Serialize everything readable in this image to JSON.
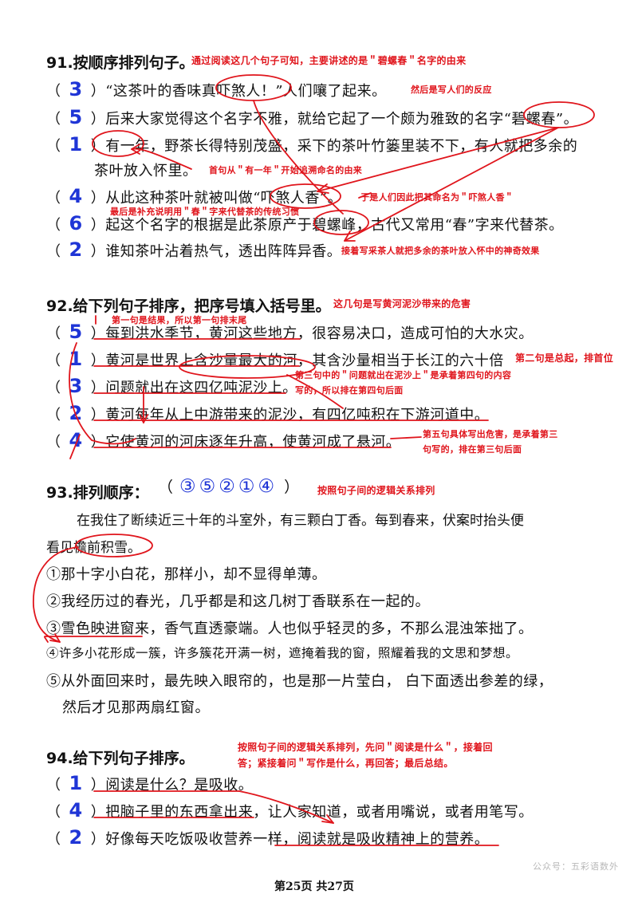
{
  "q91": {
    "title": "91.按顺序排列句子。",
    "note_top": "通过阅读这几个句子可知，主要讲述的是＂碧螺春＂名字的由来",
    "lines": [
      {
        "num": "3",
        "text": "“这茶叶的香味真吓煞人！”人们嚷了起来。",
        "note": "然后是写人们的反应"
      },
      {
        "num": "5",
        "text": "后来大家觉得这个名字不雅，就给它起了一个颇为雅致的名字“碧螺春”。"
      },
      {
        "num": "1",
        "text": "有一年，野茶长得特别茂盛，采下的茶叶竹篓里装不下，有人就把多余的"
      },
      {
        "num": "4",
        "text": "从此这种茶叶就被叫做“吓煞人香”。",
        "note": "于是人们因此把其命名为＂吓煞人香＂"
      },
      {
        "num": "6",
        "text": "起这个名字的根据是此茶原产于碧螺峰，古代又常用“春”字来代替茶。"
      },
      {
        "num": "2",
        "text": "谁知茶叶沾着热气，透出阵阵异香。",
        "note": "接着写采茶人就把多余的茶叶放入怀中的神奇效果"
      }
    ],
    "continuation": "茶叶放入怀里。",
    "note_first": "首句从＂有一年＂开始追溯命名的由来",
    "note_last": "最后是补充说明用＂春＂字来代替茶的传统习惯"
  },
  "q92": {
    "title": "92.给下列句子排序，把序号填入括号里。",
    "note_top": "这几句是写黄河泥沙带来的危害",
    "note_first": "第一句是结果，所以第一句排末尾",
    "lines": [
      {
        "num": "5",
        "text": "每到洪水季节，黄河这些地方，很容易决口，造成可怕的大水灾。"
      },
      {
        "num": "1",
        "text": "黄河是世界上含沙量最大的河，其含沙量相当于长江的六十倍",
        "note": "第二句是总起，排首位"
      },
      {
        "num": "3",
        "text": "问题就出在这四亿吨泥沙上。"
      },
      {
        "num": "2",
        "text": "黄河每年从上中游带来的泥沙，有四亿吨积在下游河道中。"
      },
      {
        "num": "4",
        "text": "它使黄河的河床逐年升高，使黄河成了悬河。"
      }
    ],
    "note_third_1": "第三句中的＂问题就出在泥沙上＂是承着第四句的内容",
    "note_third_2": "写的，所以排在第四句后面",
    "note_fifth_1": "第五句具体写出危害，是承着第三",
    "note_fifth_2": "句写的，排在第三句后面"
  },
  "q93": {
    "title": "93.排列顺序：",
    "answer": "③⑤②①④",
    "note": "按照句子间的逻辑关系排列",
    "intro_1": "在我住了断续近三十年的斗室外，有三颗白丁香。每到春来，伏案时抬头便",
    "intro_2": "看见檐前积雪。",
    "items": [
      "①那十字小白花，那样小，却不显得单薄。",
      "②我经历过的春光，几乎都是和这几树丁香联系在一起的。",
      "③雪色映进窗来，香气直透豪端。人也似乎轻灵的多，不那么混浊笨拙了。",
      "④许多小花形成一簇，许多簇花开满一树，遮掩着我的窗，照耀着我的文思和梦想。",
      "⑤从外面回来时，最先映入眼帘的，也是那一片莹白，  白下面透出参差的绿，",
      "然后才见那两扇红窗。"
    ]
  },
  "q94": {
    "title": "94.给下列句子排序。",
    "note_1": "按照句子间的逻辑关系排列，先问＂阅读是什么＂，接着回",
    "note_2": "答；紧接着问＂写作是什么，再回答；最后总结。",
    "lines": [
      {
        "num": "1",
        "text": "阅读是什么？是吸收。"
      },
      {
        "num": "4",
        "text": "把脑子里的东西拿出来，让人家知道，或者用嘴说，或者用笔写。"
      },
      {
        "num": "2",
        "text": "好像每天吃饭吸收营养一样，阅读就是吸收精神上的营养。"
      }
    ]
  },
  "footer": "第25页 共27页",
  "watermark": "公众号：五彩语数外",
  "colors": {
    "ink_blue": "#1f35d6",
    "ink_red": "#e0151c"
  }
}
